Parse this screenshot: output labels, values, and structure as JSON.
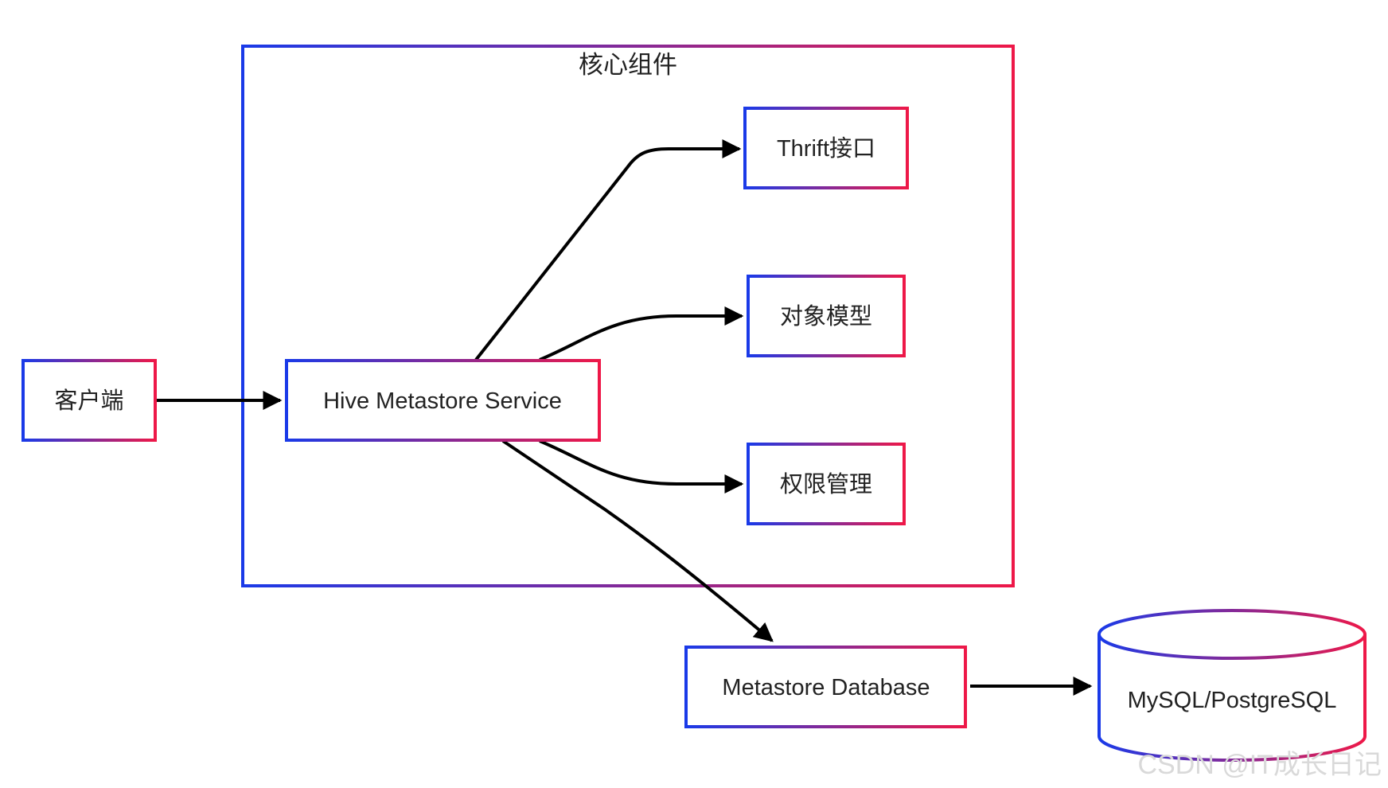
{
  "diagram": {
    "cluster": {
      "title": "核心组件"
    },
    "nodes": {
      "client": "客户端",
      "hms": "Hive Metastore Service",
      "thrift": "Thrift接口",
      "object_model": "对象模型",
      "permission": "权限管理",
      "db": "Metastore Database",
      "storage": "MySQL/PostgreSQL"
    },
    "edges": [
      {
        "from": "客户端",
        "to": "Hive Metastore Service"
      },
      {
        "from": "Hive Metastore Service",
        "to": "Thrift接口"
      },
      {
        "from": "Hive Metastore Service",
        "to": "对象模型"
      },
      {
        "from": "Hive Metastore Service",
        "to": "权限管理"
      },
      {
        "from": "Hive Metastore Service",
        "to": "Metastore Database"
      },
      {
        "from": "Metastore Database",
        "to": "MySQL/PostgreSQL"
      }
    ],
    "colors": {
      "gradient_start": "#1a3ae8",
      "gradient_end": "#ee1848",
      "edge": "#000000"
    }
  },
  "watermark": "CSDN @IT成长日记"
}
